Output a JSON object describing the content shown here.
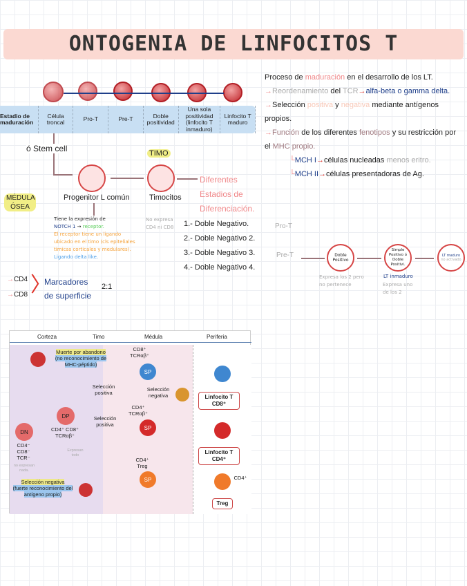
{
  "title": "ONTOGENIA DE LINFOCITOS T",
  "stages": {
    "header": "Estadio de maduración",
    "items": [
      "Célula troncal",
      "Pro-T",
      "Pre-T",
      "Doble positividad",
      "Una sola positividad (linfocito T inmaduro)",
      "Linfocito T maduro"
    ]
  },
  "flow": {
    "stem": "ó Stem cell",
    "timo": "TIMO",
    "medula": "MÉDULA ÓSEA",
    "progenitor": "Progenitor L común",
    "timocitos": "Timocitos",
    "diferentes": "Diferentes Estadios de Diferenciación.",
    "notch": [
      "Tiene la expresión de",
      "NOTCH 1",
      "receptor.",
      "El receptor tiene un ligando ubicado en el timo (cls epiteliales tímicas corticales y medulares).",
      "Ligando delta like."
    ],
    "no_expresa": "No expresa CD4 ni CD8",
    "dn": [
      "1.- Doble Negativo.",
      "2.- Doble Negativo 2.",
      "3.- Doble Negativo 3.",
      "4.- Doble Negativo 4."
    ],
    "pro_t": "Pro-T",
    "pre_t": "Pre-T",
    "dp": "Doble Positivo",
    "dp_note": "Expresa los 2 pero no pertenece",
    "sp": "Simple Positivo ó Doble Positivi.",
    "sp_label": "LT inmaduro",
    "sp_note": "Expresa uno de los 2",
    "mature": "LT maduro",
    "mature_note": "no activado"
  },
  "markers": {
    "cd4": "CD4",
    "cd8": "CD8",
    "label": "Marcadores de superficie",
    "ratio": "2:1"
  },
  "notes": {
    "intro": [
      "Proceso de ",
      "maduración",
      " en el desarrollo de los LT."
    ],
    "b1": [
      "Reordenamiento",
      " del ",
      "TCR",
      "alfa-beta o gamma delta."
    ],
    "b2": [
      "Selección ",
      "positiva",
      " y ",
      "negativa",
      " mediante antígenos propios."
    ],
    "b3": [
      "Función",
      " de los diferentes ",
      "fenotipos",
      " y su restricción por el ",
      "MHC propio."
    ],
    "mhc1": [
      "MCH I",
      "células nucleadas",
      "menos eritro."
    ],
    "mhc2": [
      "MCH II",
      "células presentadoras de Ag."
    ]
  },
  "figure": {
    "zones": [
      "Corteza",
      "Timo",
      "Médula",
      "Periferia"
    ],
    "death": "Muerte por abandono",
    "death_sub": "(no reconocimiento de MHC-péptido)",
    "dn": "DN",
    "dn_markers": "CD4⁻ CD8⁻ TCR⁻",
    "dn_note": "no expresan nada.",
    "dp": "DP",
    "dp_markers": "CD4⁺ CD8⁺ TCRαβ⁺",
    "dp_note": "Expresan todo",
    "neg": "Selección negativa",
    "neg_sub": "(fuerte reconocimiento del antígeno propio)",
    "pos1": "Selección positiva",
    "pos2": "Selección positiva",
    "neg2": "Selección negativa",
    "sp": "SP",
    "cd8tcr": "CD8⁺ TCRαβ⁺",
    "cd4tcr": "CD4⁺ TCRαβ⁺",
    "treg_label": "CD4⁺ Treg",
    "out1": "Linfocito T CD8⁺",
    "out2": "Linfocito T CD4⁺",
    "out3": "Treg",
    "out3_marker": "CD4⁺"
  }
}
